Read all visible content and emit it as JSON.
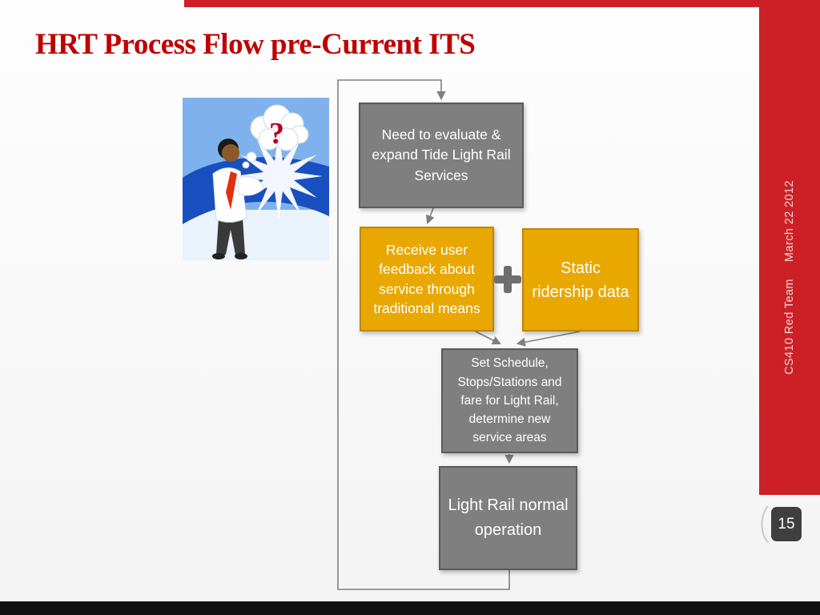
{
  "colors": {
    "title_red": "#C00000",
    "accent_red": "#CD2026",
    "box_gray": "#7F7F7F",
    "box_gray_border": "#5A5A5A",
    "box_yellow": "#E9A800",
    "box_yellow_border": "#BD8600",
    "connector_gray": "#7F7F7F",
    "plus_gray": "#6E6E6E",
    "footer_black": "#121212",
    "badge_gray": "#3F3F3F"
  },
  "header": {
    "title": "HRT Process Flow pre-Current ITS"
  },
  "sidebar": {
    "date": "March 22 2012",
    "team": "CS410 Red Team",
    "page_number": "15"
  },
  "clipart": {
    "question_mark": "?"
  },
  "flowchart": {
    "plus_symbol": "+",
    "nodes": [
      {
        "id": "evaluate",
        "style": "gray",
        "text": "Need to evaluate & expand Tide Light Rail Services"
      },
      {
        "id": "feedback",
        "style": "yellow",
        "text": "Receive user feedback about service through traditional means"
      },
      {
        "id": "static",
        "style": "yellow",
        "text": "Static ridership data"
      },
      {
        "id": "schedule",
        "style": "gray",
        "text": "Set Schedule, Stops/Stations and fare for Light Rail, determine new service areas"
      },
      {
        "id": "operation",
        "style": "gray",
        "text": "Light Rail normal operation"
      }
    ]
  }
}
